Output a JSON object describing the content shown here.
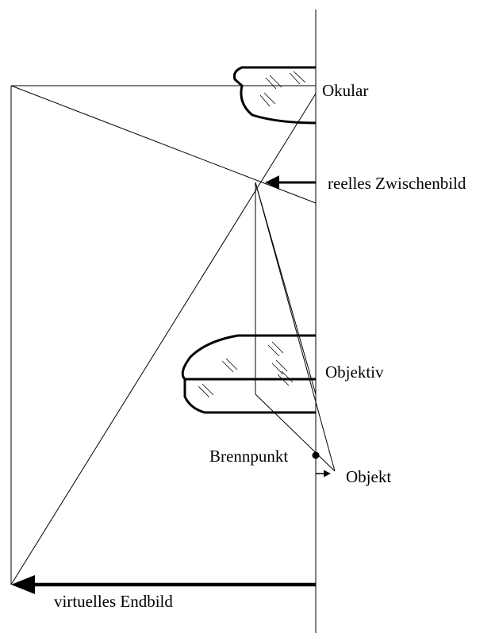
{
  "labels": {
    "okular": "Okular",
    "zwischenbild": "reelles Zwischenbild",
    "objektiv": "Objektiv",
    "brennpunkt": "Brennpunkt",
    "objekt": "Objekt",
    "endbild": "virtuelles Endbild"
  }
}
